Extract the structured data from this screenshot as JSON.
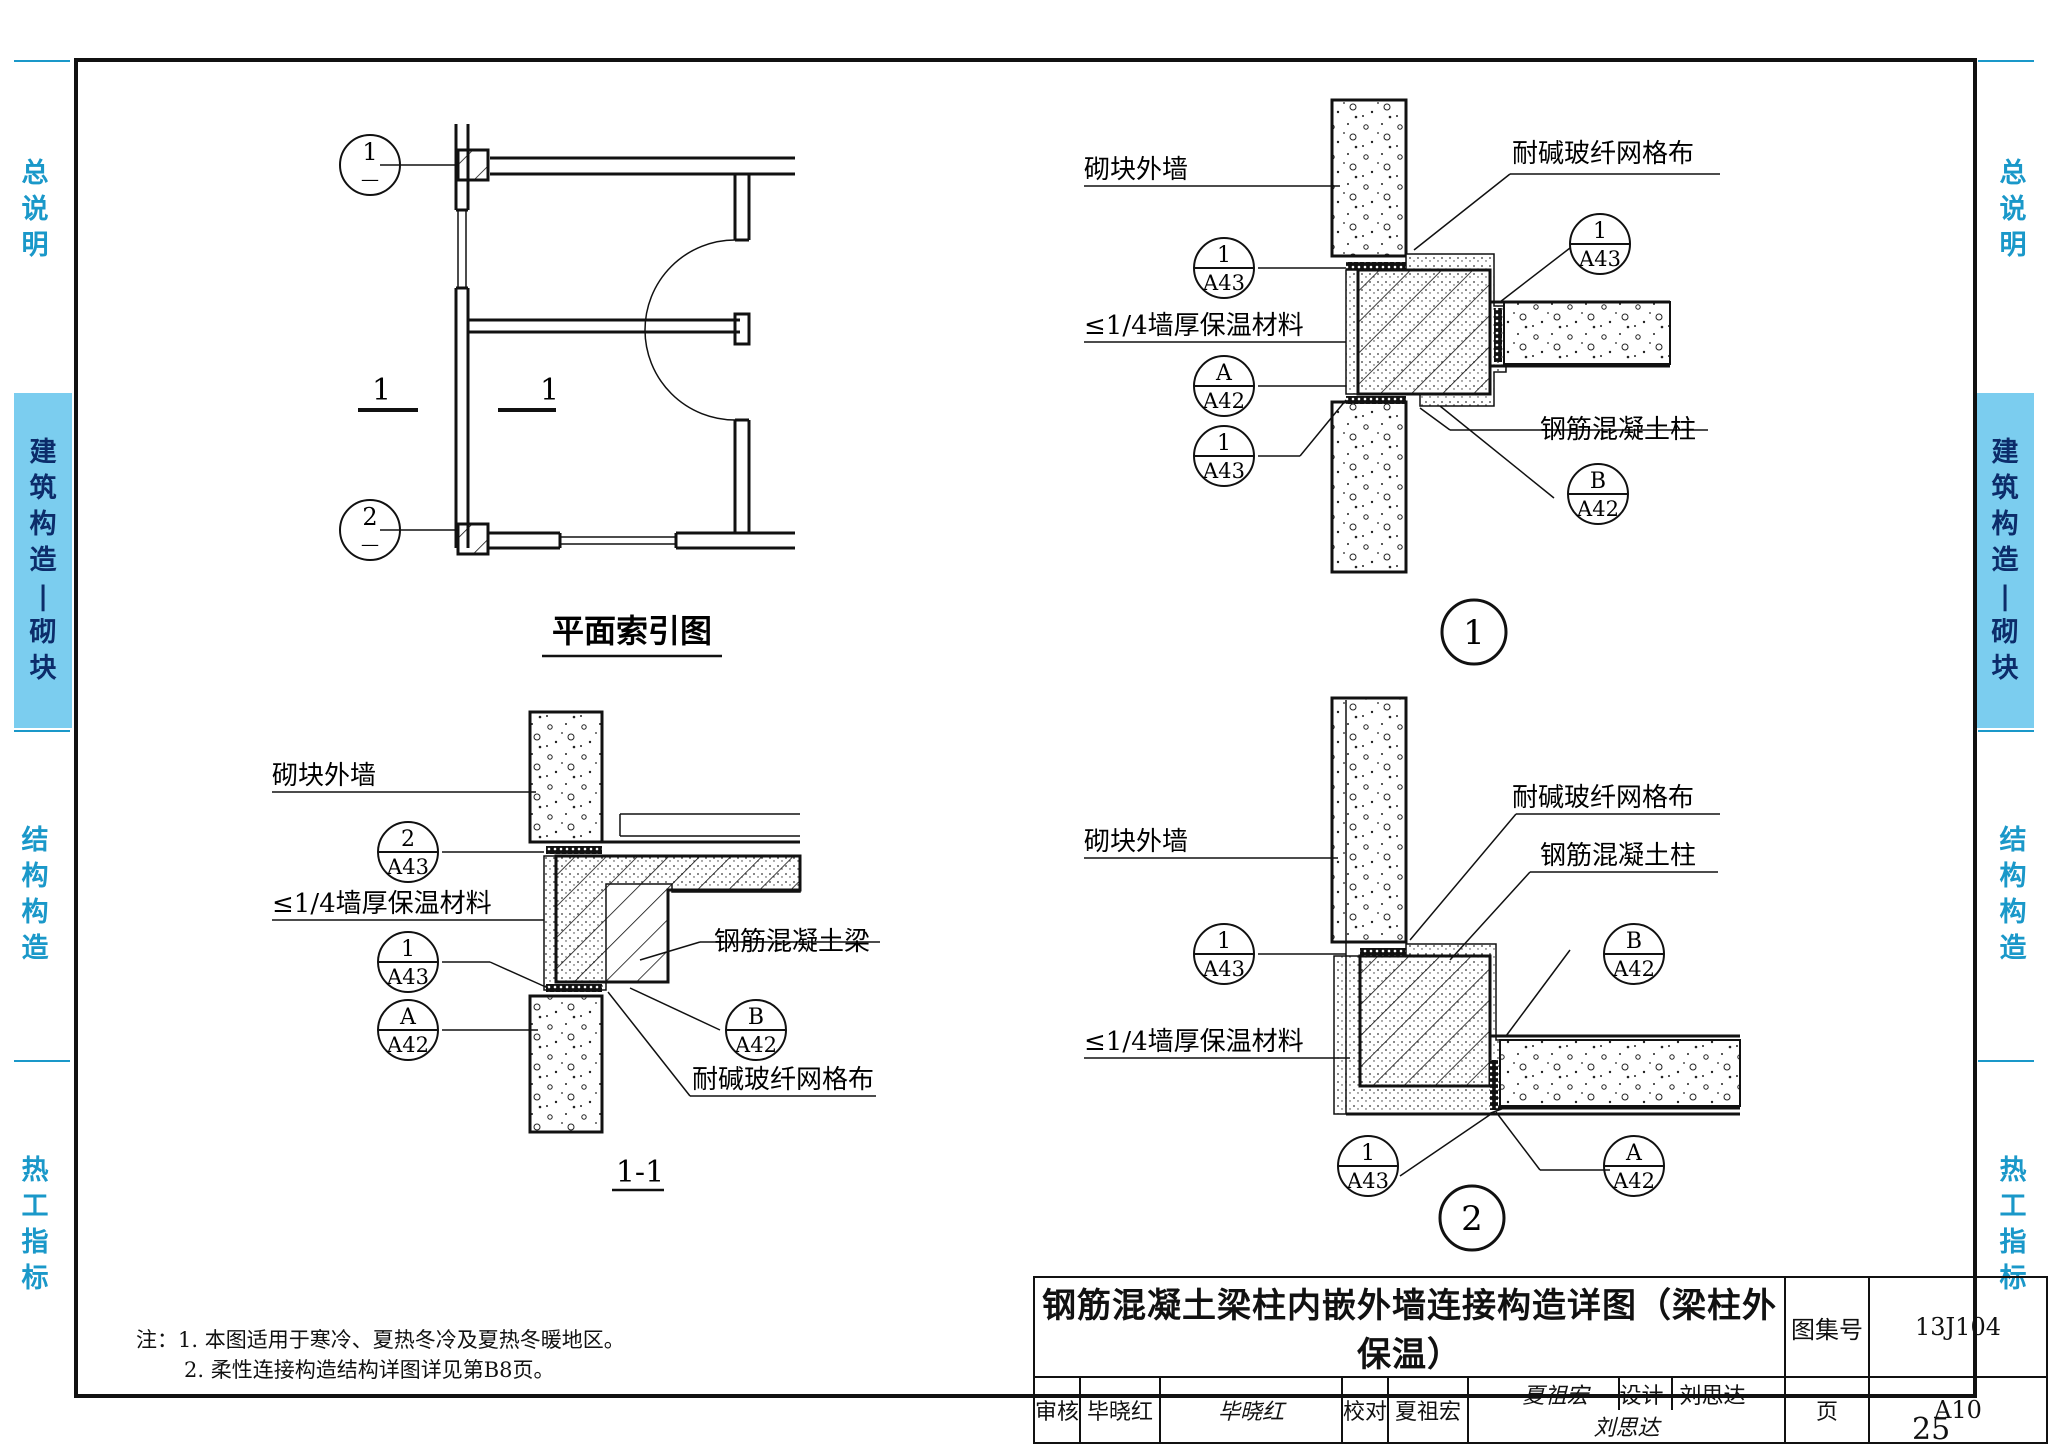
{
  "side_tabs": [
    {
      "label": "总说明",
      "chars": [
        "总",
        "说",
        "明"
      ],
      "active": false
    },
    {
      "label": "建筑构造|砌块",
      "chars": [
        "建",
        "筑",
        "构",
        "造",
        "|",
        "砌",
        "块"
      ],
      "active": true
    },
    {
      "label": "结构构造",
      "chars": [
        "结",
        "构",
        "构",
        "造"
      ],
      "active": false
    },
    {
      "label": "热工指标",
      "chars": [
        "热",
        "工",
        "指",
        "标"
      ],
      "active": false
    }
  ],
  "colors": {
    "tab_text": "#1a98c9",
    "tab_active_bg": "#7bcdef",
    "tab_active_text": "#0c2c6a",
    "line": "#111111"
  },
  "plan": {
    "title": "平面索引图",
    "marker_1": "1",
    "marker_2": "2",
    "marker_dash": "—",
    "section_a": "1",
    "section_b": "1"
  },
  "section_1_1": {
    "title": "1-1",
    "label_wall": "砌块外墙",
    "label_insulation": "≤1/4墙厚保温材料",
    "label_beam": "钢筋混凝土梁",
    "label_mesh": "耐碱玻纤网格布",
    "ref_2_a43": {
      "top": "2",
      "bottom": "A43"
    },
    "ref_1_a43": {
      "top": "1",
      "bottom": "A43"
    },
    "ref_a_a42": {
      "top": "A",
      "bottom": "A42"
    },
    "ref_b_a42": {
      "top": "B",
      "bottom": "A42"
    }
  },
  "detail_1": {
    "number": "1",
    "label_wall": "砌块外墙",
    "label_mesh": "耐碱玻纤网格布",
    "label_insulation": "≤1/4墙厚保温材料",
    "label_column": "钢筋混凝土柱",
    "ref_1_a43_top": {
      "top": "1",
      "bottom": "A43"
    },
    "ref_1_a43_right": {
      "top": "1",
      "bottom": "A43"
    },
    "ref_a_a42": {
      "top": "A",
      "bottom": "A42"
    },
    "ref_1_a43_low": {
      "top": "1",
      "bottom": "A43"
    },
    "ref_b_a42": {
      "top": "B",
      "bottom": "A42"
    }
  },
  "detail_2": {
    "number": "2",
    "label_mesh": "耐碱玻纤网格布",
    "label_column": "钢筋混凝土柱",
    "label_wall": "砌块外墙",
    "label_insulation": "≤1/4墙厚保温材料",
    "ref_1_a43": {
      "top": "1",
      "bottom": "A43"
    },
    "ref_b_a42": {
      "top": "B",
      "bottom": "A42"
    },
    "ref_1_a43_low": {
      "top": "1",
      "bottom": "A43"
    },
    "ref_a_a42": {
      "top": "A",
      "bottom": "A42"
    }
  },
  "notes": {
    "line1": "注：1. 本图适用于寒冷、夏热冬冷及夏热冬暖地区。",
    "line2": "2. 柔性连接构造结构详图详见第B8页。"
  },
  "title_block": {
    "title": "钢筋混凝土梁柱内嵌外墙连接构造详图（梁柱外保温）",
    "atlas_label": "图集号",
    "atlas_value": "13J104",
    "review_label": "审核",
    "reviewer": "毕晓红",
    "reviewer_sig": "毕晓红",
    "check_label": "校对",
    "checker": "夏祖宏",
    "checker_sig": "夏祖宏",
    "design_label": "设计",
    "designer": "刘思达",
    "designer_sig": "刘思达",
    "page_label": "页",
    "page_value": "A10"
  },
  "page_number": "25"
}
